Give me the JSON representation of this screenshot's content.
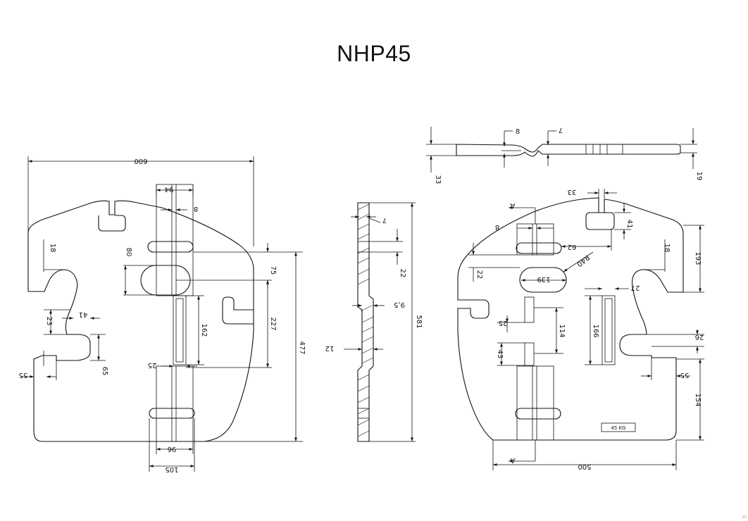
{
  "title": "NHP45",
  "weight_label": "45 KG",
  "section_mark": "A",
  "corner_mark": "10",
  "left_view": {
    "width": "600",
    "top_slot": "94",
    "slot_w": "8",
    "h18": "18",
    "d80": "80",
    "d75": "75",
    "d227": "227",
    "d477": "477",
    "d162": "162",
    "d25": "25",
    "d23": "23",
    "d41": "41",
    "d65": "65",
    "d55": "55",
    "d96": "96",
    "d105": "105"
  },
  "section_view": {
    "d7": "7",
    "d22": "22",
    "d95": "9,5",
    "d581": "581",
    "d12": "12"
  },
  "top_view": {
    "d8": "8",
    "d7": "7",
    "d33": "33",
    "d19": "19"
  },
  "right_view": {
    "d33": "33",
    "d8": "8",
    "d41": "41",
    "d62": "62",
    "d193": "193",
    "d18": "18",
    "r40": "R40",
    "d139": "139",
    "d22": "22",
    "d27": "27",
    "d114": "114",
    "d166": "166",
    "d25": "25",
    "d43": "43",
    "d26": "26",
    "d55": "55",
    "d154": "154",
    "d500": "500"
  }
}
